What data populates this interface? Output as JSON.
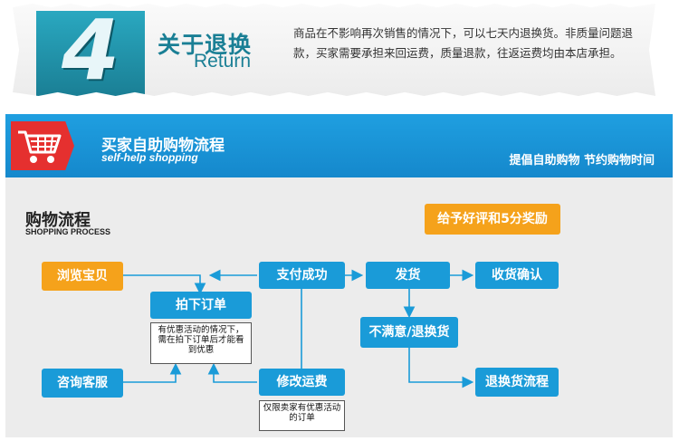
{
  "return_section": {
    "number": "4",
    "title_cn": "关于退换",
    "title_en": "Return",
    "text": "商品在不影响再次销售的情况下，可以七天内退换货。非质量问题退款，买家需要承担来回运费，质量退款，往返运费均由本店承担。"
  },
  "shopping_section": {
    "header_title": "买家自助购物流程",
    "header_subtitle": "self-help shopping",
    "header_slogan": "提倡自助购物  节约购物时间",
    "process_title": "购物流程",
    "process_subtitle": "SHOPPING PROCESS",
    "reward_badge": "给予好评和5分奖励",
    "steps": {
      "browse": "浏览宝贝",
      "consult": "咨询客服",
      "order": "拍下订单",
      "pay": "支付成功",
      "modify_freight": "修改运费",
      "ship": "发货",
      "confirm": "收货确认",
      "unsatisfied": "不满意/退换货",
      "return_flow": "退换货流程"
    },
    "notes": {
      "order_note": "有优惠活动的情况下，需在拍下订单后才能看到优惠",
      "freight_note": "仅限卖家有优惠活动的订单"
    }
  },
  "colors": {
    "blue": "#1a9bd8",
    "orange": "#f5a21b",
    "header_blue": "#1f9fe0",
    "cart_red": "#e5302f",
    "teal": "#1a7f95"
  }
}
